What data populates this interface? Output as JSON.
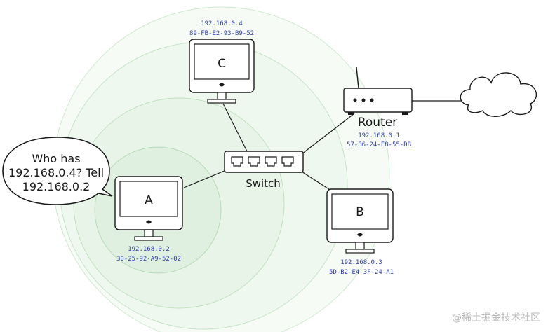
{
  "devices": {
    "computer_a": {
      "label": "A",
      "ip": "192.168.0.2",
      "mac": "30-25-92-A9-52-02"
    },
    "computer_b": {
      "label": "B",
      "ip": "192.168.0.3",
      "mac": "5D-B2-E4-3F-24-A1"
    },
    "computer_c": {
      "label": "C",
      "ip": "192.168.0.4",
      "mac": "89-FB-E2-93-B9-52"
    },
    "switch": {
      "label": "Switch"
    },
    "router": {
      "label": "Router",
      "ip": "192.168.0.1",
      "mac": "57-B6-24-F8-55-DB"
    }
  },
  "speech_bubble": {
    "line1": "Who has",
    "line2": "192.168.0.4? Tell",
    "line3": "192.168.0.2"
  },
  "watermark": "@稀土掘金技术社区",
  "colors": {
    "broadcast_fill": "#e3f3e3",
    "broadcast_stroke": "#bfe0bf",
    "address_text": "#2f3fa8",
    "stroke": "#1a1a1a"
  }
}
